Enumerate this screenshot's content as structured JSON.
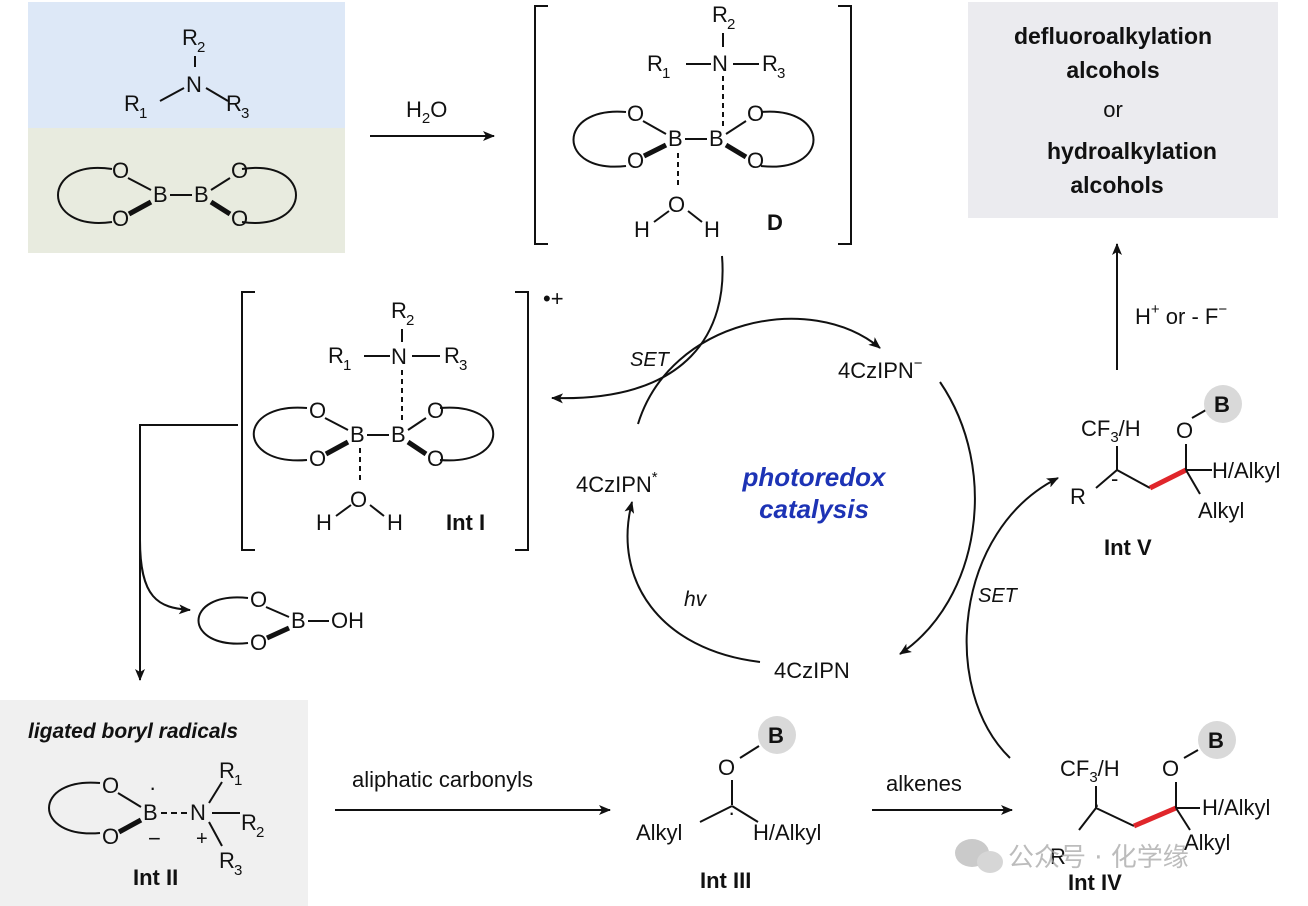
{
  "reagents": {
    "amine": {
      "N": "N",
      "R1": "R",
      "R1_sub": "1",
      "R2": "R",
      "R2_sub": "2",
      "R3": "R",
      "R3_sub": "3"
    },
    "diboron": {
      "O": "O",
      "B": "B"
    }
  },
  "step_water": {
    "label": "H",
    "sub": "2",
    "tail": "O"
  },
  "complex_D": {
    "label": "D",
    "H": "H",
    "O": "O",
    "B": "B",
    "N": "N"
  },
  "int_I": {
    "label": "Int I",
    "charge": "•+"
  },
  "boric": {
    "B": "B",
    "OH": "OH",
    "O": "O"
  },
  "ligated": {
    "title": "ligated boryl radicals",
    "label": "Int II",
    "plus": "+",
    "minus": "−",
    "dot": "·"
  },
  "carbonyl_step": {
    "label": "aliphatic carbonyls"
  },
  "int_III": {
    "label": "Int III",
    "alkyl": "Alkyl",
    "h_alkyl": "H/Alkyl",
    "B": "B",
    "O": "O"
  },
  "alkene_step": {
    "label": "alkenes"
  },
  "int_IV": {
    "label": "Int IV",
    "cf3h": "CF",
    "cf3_sub": "3",
    "cf3_tail": "/H",
    "R": "R",
    "h_alkyl": "H/Alkyl",
    "alkyl": "Alkyl",
    "B": "B",
    "O": "O"
  },
  "int_V": {
    "label": "Int V",
    "cf3h": "CF",
    "cf3_sub": "3",
    "cf3_tail": "/H",
    "R": "R",
    "minus": "-",
    "h_alkyl": "H/Alkyl",
    "alkyl": "Alkyl",
    "B": "B",
    "O": "O"
  },
  "cycle": {
    "title_1": "photoredox",
    "title_2": "catalysis",
    "species_top": "4CzIPN",
    "species_top_sup": "−",
    "species_left": "4CzIPN",
    "species_left_sup": "*",
    "species_bottom": "4CzIPN",
    "set_left": "SET",
    "set_right": "SET",
    "hv": "hv"
  },
  "final_step": {
    "h": "H",
    "h_sup": "+",
    "mid": " or - F",
    "f_sup": "−"
  },
  "products": {
    "line1": "defluoroalkylation",
    "line2": "alcohols",
    "line3": "or",
    "line4": "hydroalkylation",
    "line5": "alcohols"
  },
  "watermark": {
    "text": "公众号 · 化学缘"
  },
  "colors": {
    "amine_bg": "#dde8f7",
    "diboron_bg": "#e8ebdf",
    "product_bg": "#ebebef",
    "ligated_bg": "#f0f0f0",
    "catalysis_blue": "#1d33b5",
    "new_bond_red": "#e0262b"
  }
}
